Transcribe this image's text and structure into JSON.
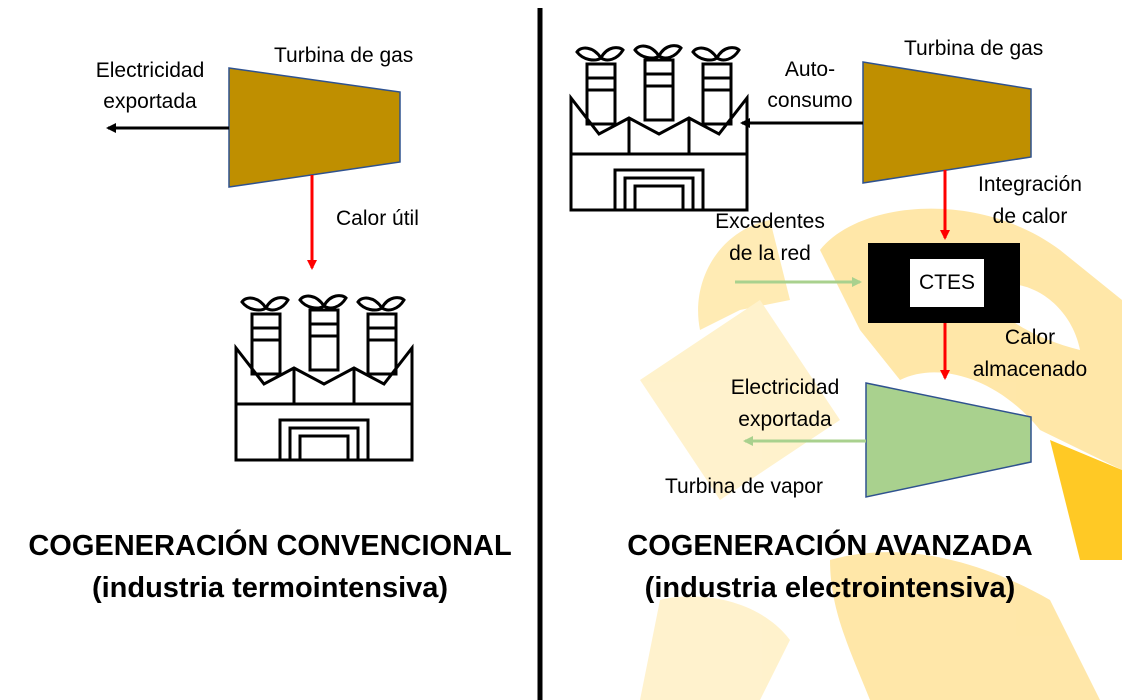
{
  "left_panel": {
    "gas_turbine_label": "Turbina de gas",
    "export_label_line1": "Electricidad",
    "export_label_line2": "exportada",
    "heat_label": "Calor útil",
    "title_line1": "COGENERACIÓN CONVENCIONAL",
    "title_line2": "(industria termointensiva)"
  },
  "right_panel": {
    "gas_turbine_label": "Turbina de gas",
    "self_consumption_line1": "Auto-",
    "self_consumption_line2": "consumo",
    "heat_integration_line1": "Integración",
    "heat_integration_line2": "de calor",
    "grid_surplus_line1": "Excedentes",
    "grid_surplus_line2": "de la red",
    "storage_label": "CTES",
    "stored_heat_line1": "Calor",
    "stored_heat_line2": "almacenado",
    "export_label_line1": "Electricidad",
    "export_label_line2": "exportada",
    "steam_turbine_label": "Turbina de vapor",
    "title_line1": "COGENERACIÓN AVANZADA",
    "title_line2": "(industria electrointensiva)"
  },
  "colors": {
    "gas_turbine_fill": "#bf8f00",
    "turbine_stroke": "#2f528f",
    "steam_turbine_fill": "#a9d18e",
    "heat_arrow": "#ff0000",
    "electric_arrow": "#000000",
    "grid_arrow": "#a9d18e",
    "storage_box": "#000000",
    "watermark": "#ffc000"
  }
}
